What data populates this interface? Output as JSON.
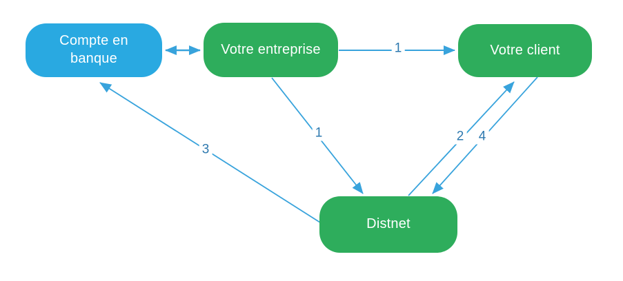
{
  "diagram": {
    "type": "flow-diagram",
    "nodes": [
      {
        "id": "compte-en-banque",
        "label": "Compte en banque",
        "shape": "rounded-pill",
        "color_key": "node_blue"
      },
      {
        "id": "votre-entreprise",
        "label": "Votre entreprise",
        "shape": "rounded-pill",
        "color_key": "node_green"
      },
      {
        "id": "votre-client",
        "label": "Votre client",
        "shape": "rounded-pill",
        "color_key": "node_green"
      },
      {
        "id": "distnet",
        "label": "Distnet",
        "shape": "rounded-pill",
        "color_key": "node_green"
      }
    ],
    "edges": [
      {
        "from": "compte-en-banque",
        "to": "votre-entreprise",
        "label": "",
        "direction": "both"
      },
      {
        "from": "votre-entreprise",
        "to": "votre-client",
        "label": "1",
        "direction": "forward"
      },
      {
        "from": "votre-entreprise",
        "to": "distnet",
        "label": "1",
        "direction": "forward"
      },
      {
        "from": "distnet",
        "to": "votre-client",
        "label": "2",
        "direction": "forward"
      },
      {
        "from": "votre-client",
        "to": "distnet",
        "label": "4",
        "direction": "forward"
      },
      {
        "from": "distnet",
        "to": "compte-en-banque",
        "label": "3",
        "direction": "forward"
      }
    ],
    "colors": {
      "node_blue": "#29A9E1",
      "node_green": "#2EAD5C",
      "arrow": "#38A3DC",
      "edge_label": "#2E79AF"
    }
  }
}
